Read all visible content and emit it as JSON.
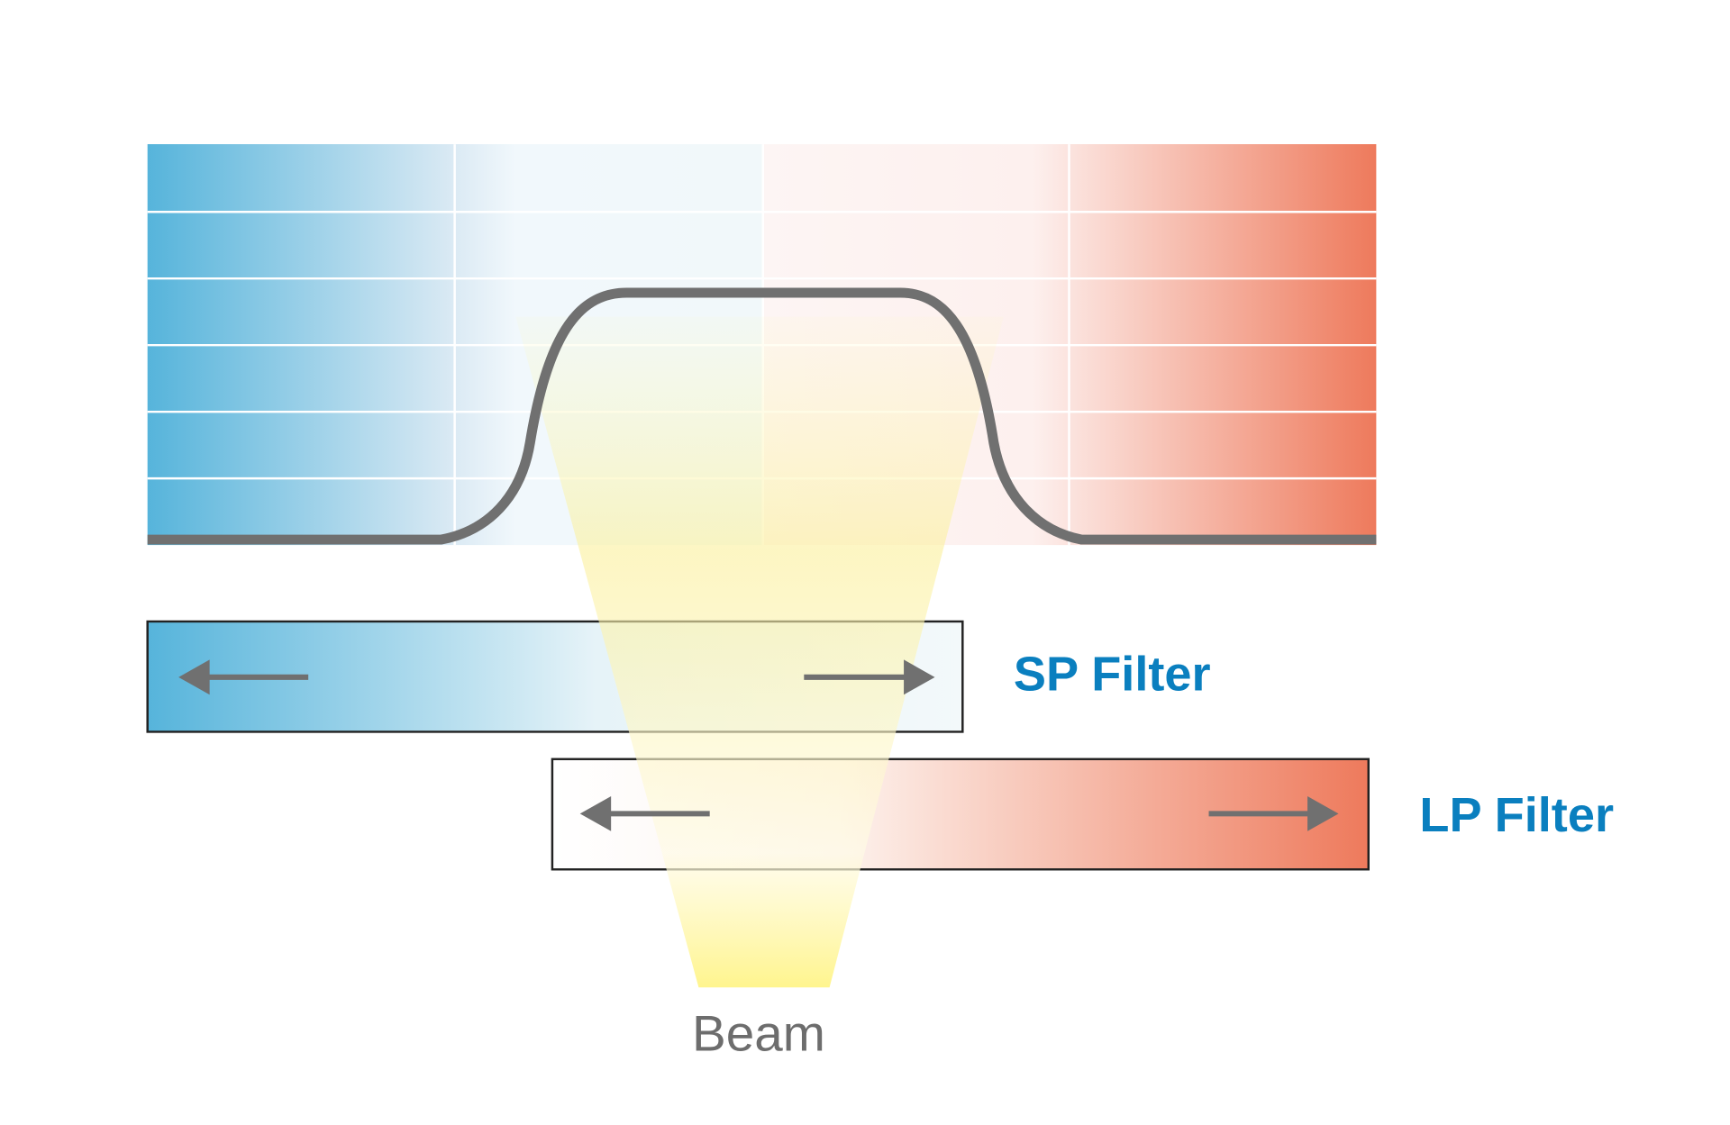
{
  "labels": {
    "sp_filter": "SP Filter",
    "lp_filter": "LP Filter",
    "beam": "Beam"
  },
  "colors": {
    "blue": "#56b4db",
    "red": "#ee7a5c",
    "label_blue": "#0a7fbf",
    "curve_gray": "#707070",
    "beam_yellow": "#fff37a"
  },
  "icons": [
    "arrow-left-icon",
    "arrow-right-icon"
  ]
}
